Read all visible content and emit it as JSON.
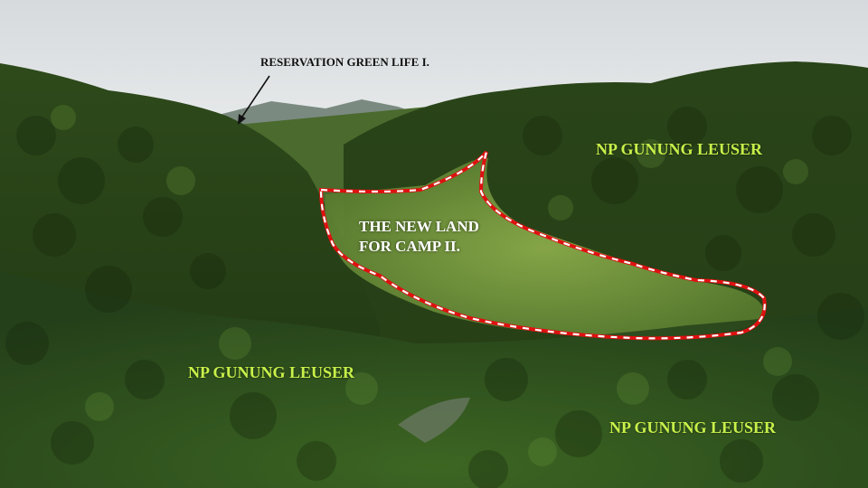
{
  "labels": {
    "reservation": "RESERVATION GREEN LIFE I.",
    "new_land_line1": "THE NEW LAND",
    "new_land_line2": "FOR CAMP II.",
    "np_top_right": "NP GUNUNG LEUSER",
    "np_bottom_left": "NP GUNUNG LEUSER",
    "np_bottom_right": "NP GUNUNG LEUSER"
  },
  "colors": {
    "np_label": "#c8f04a",
    "new_land_label": "#ffffff",
    "reservation_label": "#111111",
    "boundary_red": "#e01010",
    "boundary_white": "#ffffff",
    "sky": "#dfe3e5",
    "forest_dark": "#233a14",
    "forest_mid": "#3d6224",
    "clearing": "#7fa042"
  }
}
